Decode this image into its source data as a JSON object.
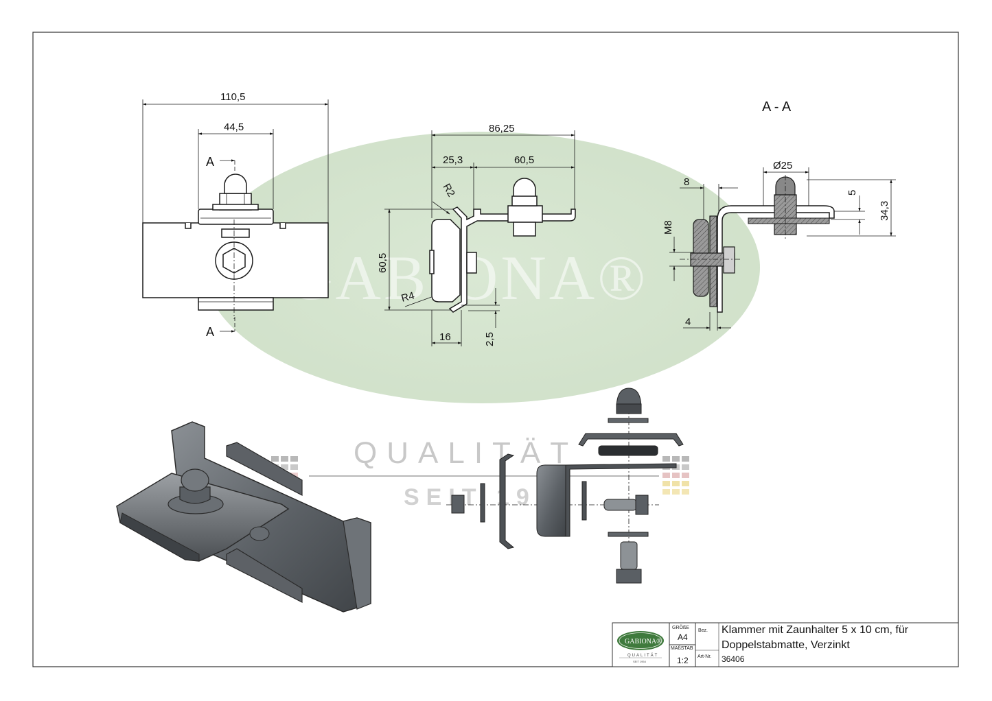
{
  "watermark": {
    "brand": "GABIONA®",
    "tagline": "QUALITÄT",
    "since": "SEIT 1954"
  },
  "front_view": {
    "dim_overall": "110,5",
    "dim_inner": "44,5",
    "section_top": "A",
    "section_bottom": "A"
  },
  "side_view": {
    "dim_overall": "86,25",
    "dim_left": "25,3",
    "dim_right": "60,5",
    "dim_height": "60,5",
    "radius_small": "R2",
    "radius_large": "R4",
    "dim_bottom": "16",
    "dim_gap": "2,5"
  },
  "section_view": {
    "title": "A - A",
    "dia": "Ø25",
    "dim_8": "8",
    "dim_5": "5",
    "dim_34": "34,3",
    "thread": "M8",
    "dim_4": "4"
  },
  "title_block": {
    "logo_text": "GABIONA®",
    "logo_tag": "QUALITÄT",
    "logo_since": "SEIT 1954",
    "size_label": "GRÖßE",
    "size_value": "A4",
    "scale_label": "MAßSTAB",
    "scale_value": "1:2",
    "bez_label": "Bez.",
    "description_line1": "Klammer mit Zaunhalter 5 x 10 cm, für",
    "description_line2": "Doppelstabmatte, Verzinkt",
    "art_label": "Art-Nr.",
    "art_number": "36406"
  },
  "colors": {
    "watermark_green": "#cfe0c8",
    "metal_dark": "#4f5358",
    "metal_mid": "#7d8286",
    "frame": "#333333"
  }
}
